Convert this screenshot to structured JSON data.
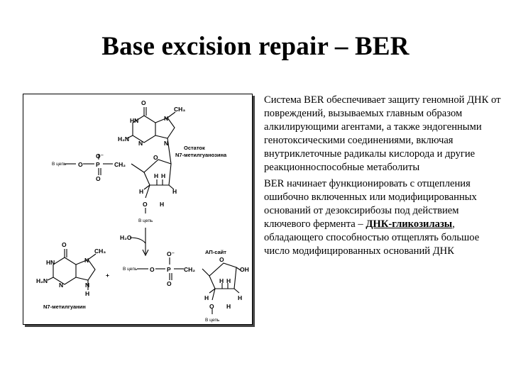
{
  "slide": {
    "title": "Base excision repair – BER"
  },
  "figure": {
    "labels": {
      "residue_title": "Остаток",
      "residue_sub": "N7-метилгуанозина",
      "ap_site": "АП-сайт",
      "free_base": "N7-метилгуанин",
      "chain_top_left": "В цепь",
      "chain_top_bottom": "В цепь",
      "chain_bottom_left": "В цепь",
      "chain_bottom_bottom": "В цепь",
      "water": "H₂O",
      "plus": "+"
    }
  },
  "text": {
    "bullet1": "Система BER обеспечивает защиту геномной ДНК от повреждений, вызываемых главным образом алкилирующими агентами, а также эндогенными генотоксическими соединениями, включая внутриклеточные радикалы кислорода и другие реакционноспособные метаболиты",
    "bullet2_before": "BER начинает функционировать с отщепления ошибочно включенных или модифицированных оснований от дезоксирибозы под действием ключевого фермента – ",
    "bullet2_enzyme": "ДНК-гликозилазы",
    "bullet2_after": ", обладающего способностью отщеплять большое число модифицированных оснований ДНК"
  }
}
